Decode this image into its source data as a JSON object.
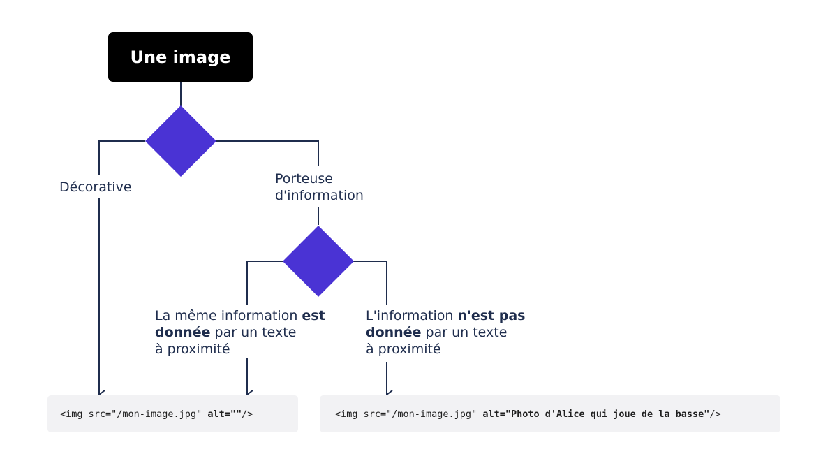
{
  "start": {
    "label": "Une image"
  },
  "branch_decorative": {
    "label": "Décorative"
  },
  "branch_informative": {
    "line1": "Porteuse",
    "line2": "d'information"
  },
  "case_nearby_text": {
    "line1_prefix": "La même information ",
    "line1_bold": "est",
    "line2_bold": "donnée",
    "line2_suffix": " par un texte",
    "line3": "à proximité"
  },
  "case_no_nearby_text": {
    "line1_prefix": "L'information ",
    "line1_bold": "n'est pas",
    "line2_bold": "donnée",
    "line2_suffix": " par un texte",
    "line3": "à proximité"
  },
  "code_empty_alt": {
    "prefix": "<img src=\"/mon-image.jpg\" ",
    "alt_bold": "alt=\"\"",
    "suffix": "/>"
  },
  "code_descriptive_alt": {
    "prefix": "<img src=\"/mon-image.jpg\" ",
    "alt_bold": "alt=\"Photo d'Alice qui joue de la basse\"",
    "suffix": "/>"
  },
  "colors": {
    "diamond": "#4a33d4",
    "line": "#1f2d4d",
    "start_box": "#000000",
    "code_bg": "#f2f2f4"
  }
}
